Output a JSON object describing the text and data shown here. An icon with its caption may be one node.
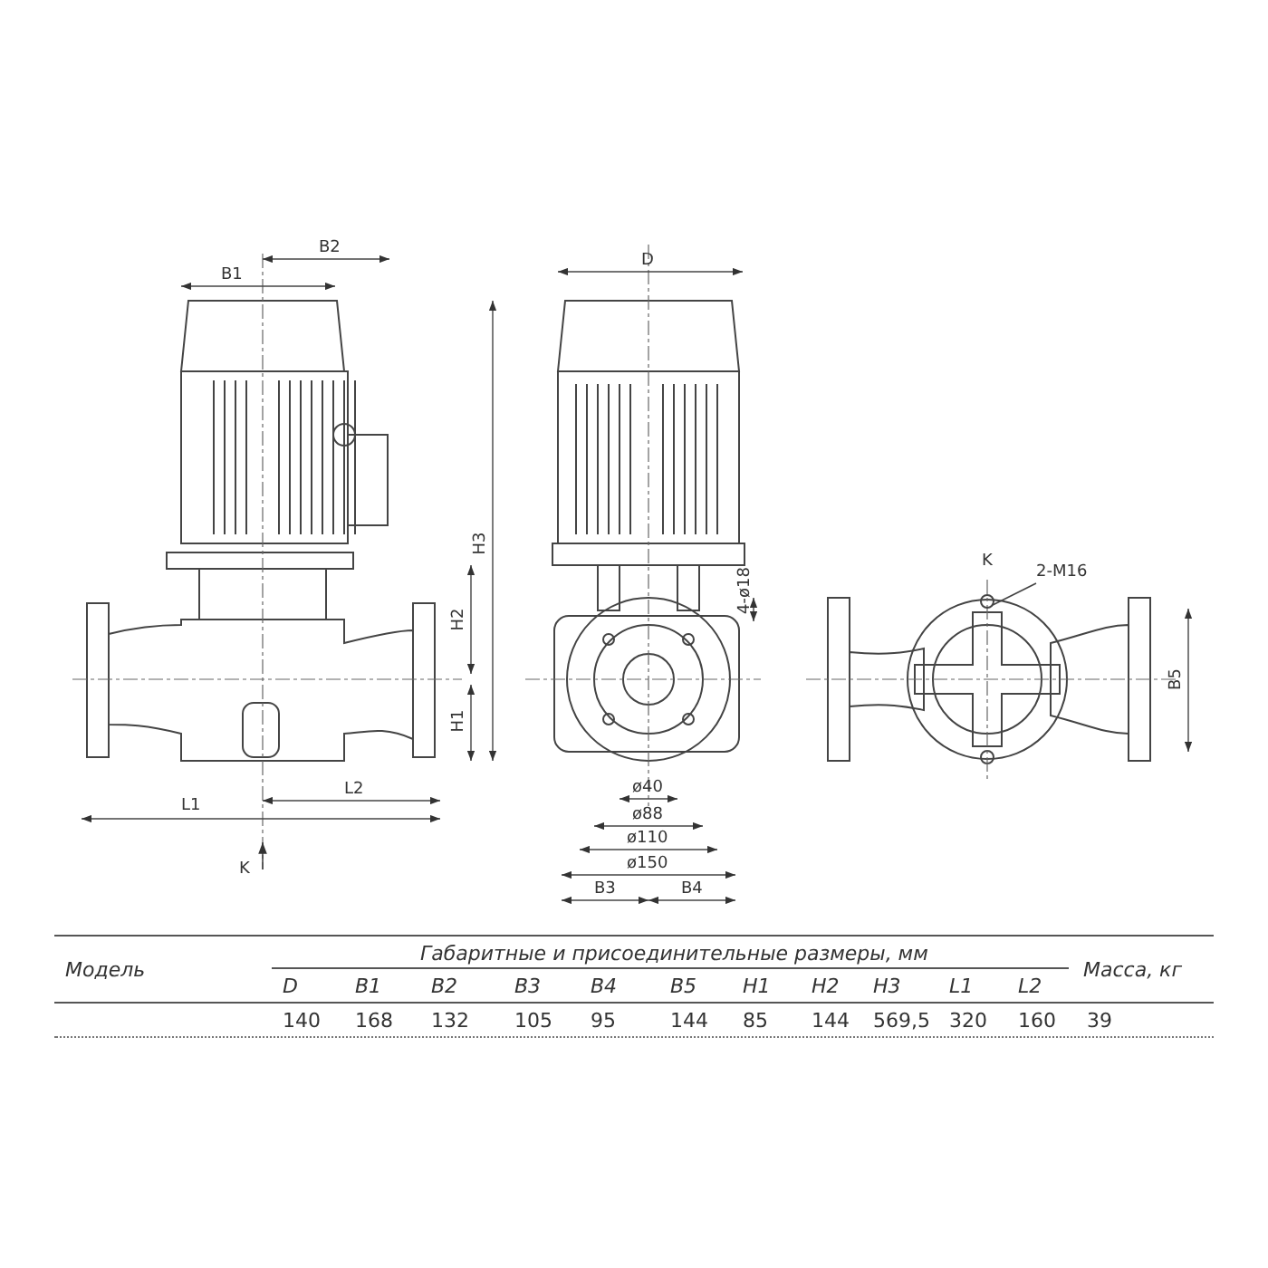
{
  "diagram": {
    "nodes": [
      {
        "text": [
          "2-M16"
        ]
      },
      {
        "text": [],
        "shape": "circle"
      }
    ],
    "edges": [
      {
        "from": 0,
        "to": 1,
        "arrow": "none"
      }
    ],
    "labels": [
      "B2",
      "B1",
      "D",
      "H3",
      "K",
      "4-ø18",
      "H2",
      "B5",
      "H1",
      "L2",
      "ø40",
      "L1",
      "ø88",
      "K",
      "ø110",
      "ø150",
      "B3",
      "B4",
      "Модель",
      "Габаритные и присоединительные размеры, мм",
      "Масса, кг",
      "D",
      "B1",
      "B2",
      "B3",
      "B4",
      "B5",
      "H1",
      "H2",
      "H3",
      "L1",
      "L2",
      "140",
      "168",
      "132",
      "105",
      "95",
      "144",
      "85",
      "144",
      "569,5",
      "320",
      "160",
      "39"
    ]
  }
}
